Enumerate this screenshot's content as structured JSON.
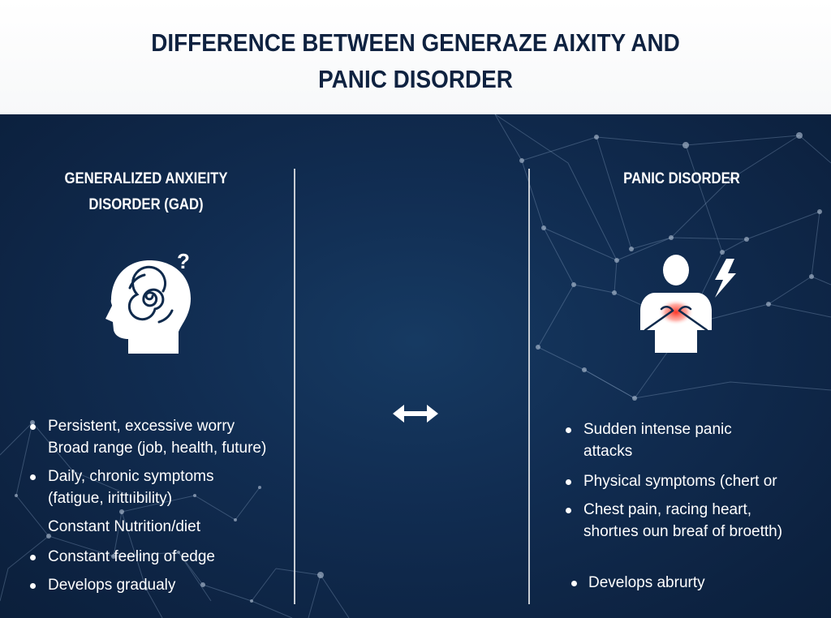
{
  "header": {
    "title_line1": "DIFFERENCE BETWEEN GENERAZE AIXITY AND",
    "title_line2": "PANIC DISORDER"
  },
  "colors": {
    "title_text": "#0f2240",
    "background_dark": "#0d2342",
    "background_mid": "#163a62",
    "divider": "#c7ccd3",
    "text": "#ffffff",
    "chest_glow": "#ff3b30"
  },
  "left_column": {
    "heading_line1": "GENERALIZED ANXIEITY",
    "heading_line2": "DISORDER (GAD)",
    "icon": "head-spiral-question-icon",
    "items": [
      {
        "text": "Persistent, excessive worry",
        "bullet": true
      },
      {
        "text": "Broad range (job, health, future)",
        "bullet": false
      },
      {
        "text": "Daily, chronic symptoms",
        "bullet": true
      },
      {
        "text": "(fatigue, irittıibility)",
        "bullet": false
      },
      {
        "text": "Constant Nutrition/diet",
        "bullet": false
      },
      {
        "text": "Constant feeling of edge",
        "bullet": true
      },
      {
        "text": "Develops gradualy",
        "bullet": true
      }
    ]
  },
  "center": {
    "icon": "double-arrow-icon"
  },
  "right_column": {
    "heading": "PANIC DISORDER",
    "icon": "person-chest-pain-lightning-icon",
    "items": [
      {
        "text": "Sudden intense panic",
        "bullet": true
      },
      {
        "text": "attacks",
        "bullet": false
      },
      {
        "text": "Physical symptoms (chert or",
        "bullet": true
      },
      {
        "text": "Chest pain, racing heart,",
        "bullet": true
      },
      {
        "text": "shortıes oun breaf of broetth)",
        "bullet": false
      },
      {
        "text": "Develops abrurty",
        "bullet": true
      }
    ]
  }
}
